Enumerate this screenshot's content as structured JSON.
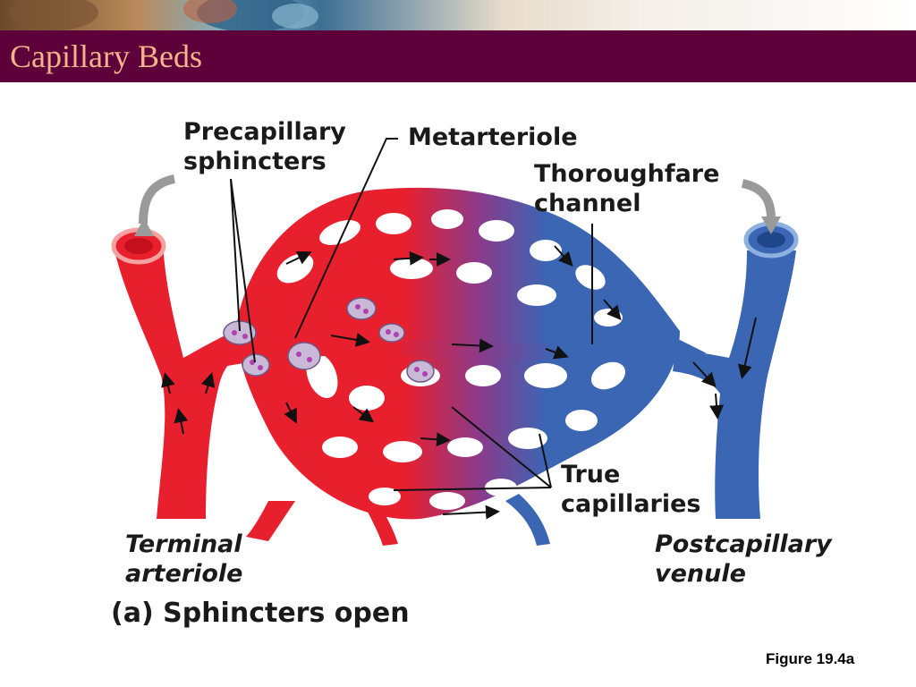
{
  "slide": {
    "title": "Capillary Beds"
  },
  "diagram": {
    "labels": {
      "precapillary_sphincters": "Precapillary\nsphincters",
      "metarteriole": "Metarteriole",
      "thoroughfare_channel": "Thoroughfare\nchannel",
      "true_capillaries": "True\ncapillaries",
      "terminal_arteriole": "Terminal\narteriole",
      "postcapillary_venule": "Postcapillary\nvenule"
    },
    "caption": "(a) Sphincters open",
    "figure_ref": "Figure 19.4a",
    "colors": {
      "arterial": "#e8202e",
      "venous": "#3a66b4",
      "title_bar": "#5e0039",
      "title_text": "#f2b48a",
      "sphincter": "#c9b9d6"
    }
  }
}
